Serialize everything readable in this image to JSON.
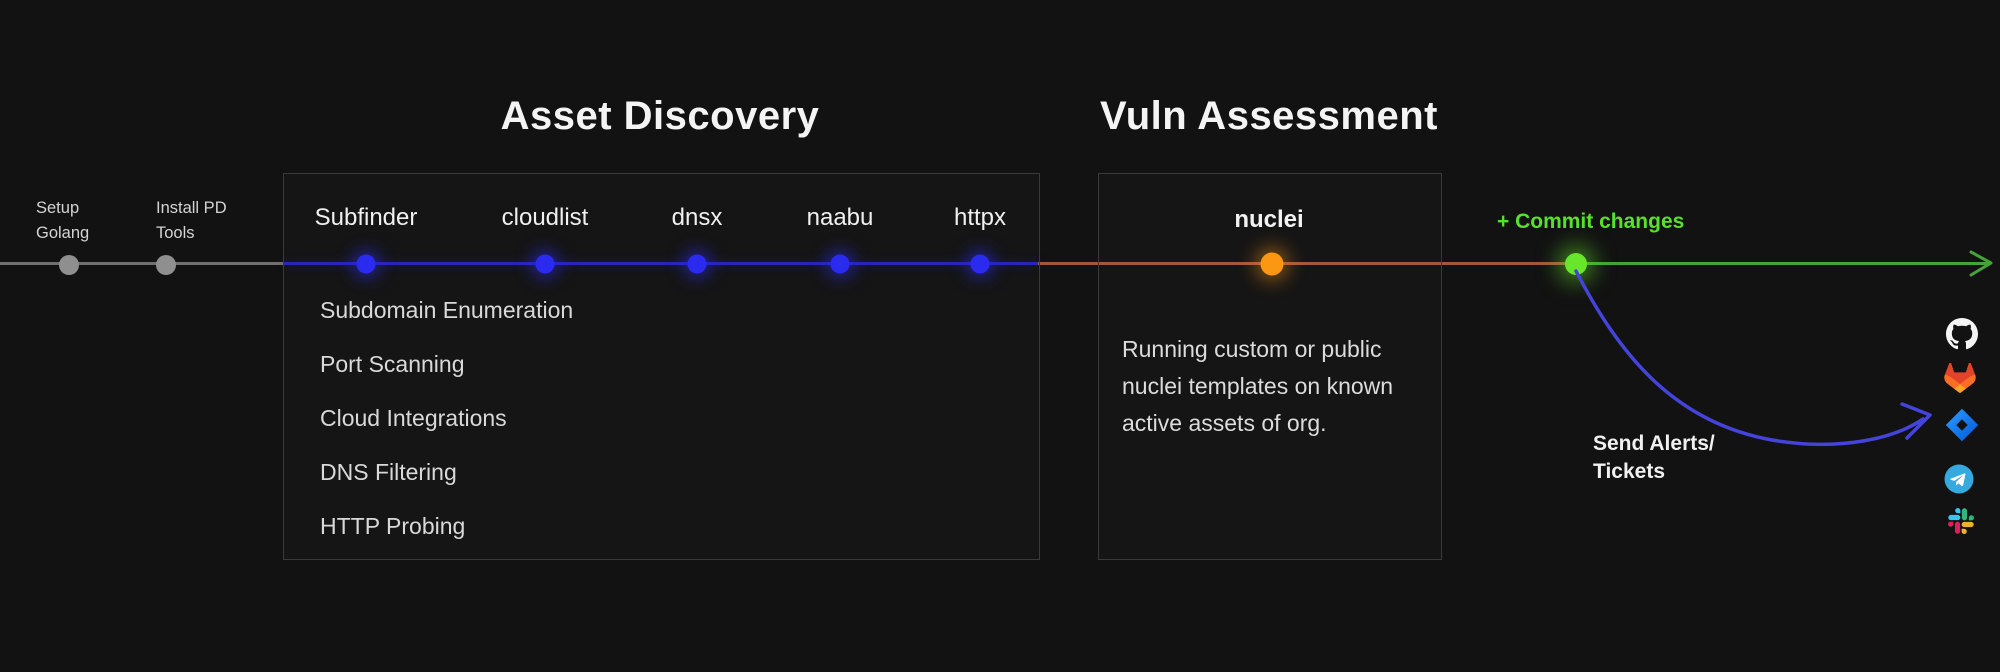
{
  "pre_steps": [
    {
      "name": "setup-golang",
      "lines": [
        "Setup",
        "Golang"
      ]
    },
    {
      "name": "install-pd-tools",
      "lines": [
        "Install PD",
        "Tools"
      ]
    }
  ],
  "asset_discovery": {
    "title": "Asset Discovery",
    "tools": [
      "Subfinder",
      "cloudlist",
      "dnsx",
      "naabu",
      "httpx"
    ],
    "capabilities": [
      "Subdomain Enumeration",
      "Port Scanning",
      "Cloud Integrations",
      "DNS Filtering",
      "HTTP Probing"
    ]
  },
  "vuln_assessment": {
    "title": "Vuln Assessment",
    "tool": "nuclei",
    "description": "Running custom or public nuclei templates on known active assets of org."
  },
  "commit": {
    "label": "+ Commit changes"
  },
  "alerts": {
    "lines": [
      "Send Alerts/",
      "Tickets"
    ]
  },
  "integrations": [
    {
      "icon": "github-icon"
    },
    {
      "icon": "gitlab-icon"
    },
    {
      "icon": "jira-icon"
    },
    {
      "icon": "telegram-icon"
    },
    {
      "icon": "slack-icon"
    }
  ],
  "colors": {
    "background": "#121212",
    "timeline_gray": "#707070",
    "timeline_blue": "#2323b6",
    "timeline_orange": "#a3563c",
    "timeline_green": "#43a336",
    "dot_blue": "#2b2bef",
    "dot_orange": "#fb9713",
    "dot_green": "#68e62b",
    "commit_green": "#57e12b",
    "curve_blue": "#4444da"
  }
}
